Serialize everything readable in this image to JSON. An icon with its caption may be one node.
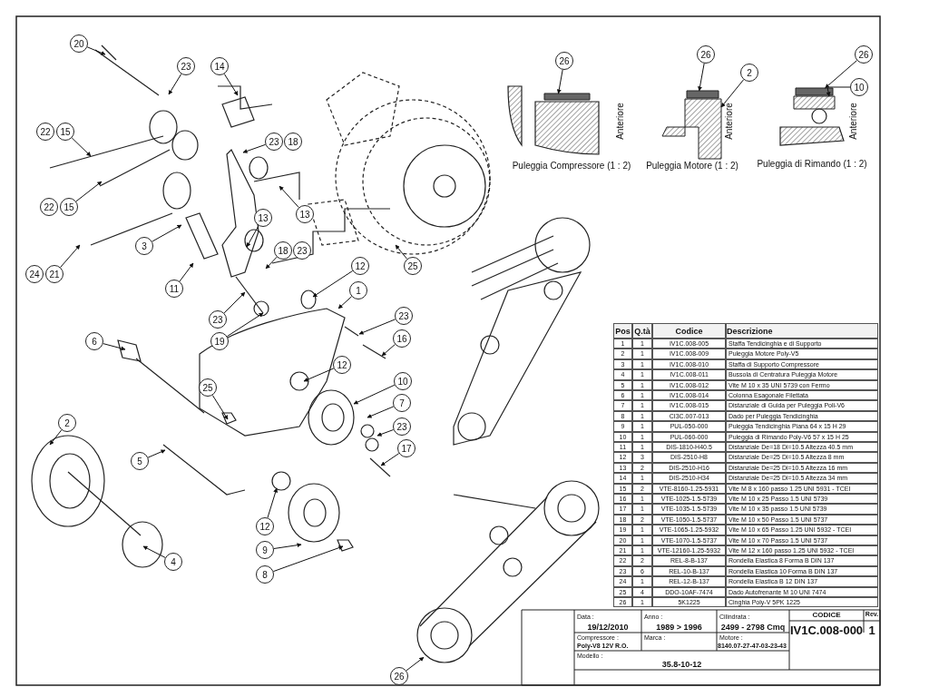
{
  "diagram": {
    "nodes": [
      {
        "text": [
          "20"
        ]
      },
      {
        "text": [
          "23"
        ]
      },
      {
        "text": [
          "14"
        ]
      },
      {
        "text": [
          "26"
        ]
      },
      {
        "text": [
          "26"
        ]
      },
      {
        "text": [
          "2"
        ]
      },
      {
        "text": [
          "26"
        ]
      },
      {
        "text": [
          "10"
        ]
      },
      {
        "text": [
          "22"
        ]
      },
      {
        "text": [
          "15"
        ]
      },
      {
        "text": [
          "23"
        ]
      },
      {
        "text": [
          "18"
        ]
      },
      {
        "text": [
          "22"
        ]
      },
      {
        "text": [
          "15"
        ]
      },
      {
        "text": [
          "13"
        ]
      },
      {
        "text": [
          "13"
        ]
      },
      {
        "text": [
          "3"
        ]
      },
      {
        "text": [
          "18"
        ]
      },
      {
        "text": [
          "23"
        ]
      },
      {
        "text": [
          "24"
        ]
      },
      {
        "text": [
          "21"
        ]
      },
      {
        "text": [
          "25"
        ]
      },
      {
        "text": [
          "11"
        ]
      },
      {
        "text": [
          "12"
        ]
      },
      {
        "text": [
          "1"
        ]
      },
      {
        "text": [
          "23"
        ]
      },
      {
        "text": [
          "23"
        ]
      },
      {
        "text": [
          "19"
        ]
      },
      {
        "text": [
          "16"
        ]
      },
      {
        "text": [
          "6"
        ]
      },
      {
        "text": [
          "12"
        ]
      },
      {
        "text": [
          "10"
        ]
      },
      {
        "text": [
          "25"
        ]
      },
      {
        "text": [
          "7"
        ]
      },
      {
        "text": [
          "2"
        ]
      },
      {
        "text": [
          "23"
        ]
      },
      {
        "text": [
          "17"
        ]
      },
      {
        "text": [
          "5"
        ]
      },
      {
        "text": [
          "12"
        ]
      },
      {
        "text": [
          "9"
        ]
      },
      {
        "text": [
          "4"
        ]
      },
      {
        "text": [
          "8"
        ]
      },
      {
        "text": [
          "26"
        ]
      },
      {
        "text": [],
        "shape": "bar"
      },
      {
        "text": [],
        "shape": "bar"
      },
      {
        "text": [],
        "shape": "box"
      },
      {
        "text": [],
        "shape": "bar"
      },
      {
        "text": [],
        "shape": "box"
      },
      {
        "text": [],
        "shape": "picture"
      }
    ],
    "edges": [
      {
        "from": 0,
        "to": null,
        "arrow": "to"
      },
      {
        "from": 1,
        "to": null,
        "arrow": "to"
      },
      {
        "from": 2,
        "to": null,
        "arrow": "to"
      },
      {
        "from": 3,
        "to": 43,
        "arrow": "to"
      },
      {
        "from": 4,
        "to": 44,
        "arrow": "to"
      },
      {
        "from": 5,
        "to": 45,
        "arrow": "to"
      },
      {
        "from": 6,
        "to": 46,
        "arrow": "to"
      },
      {
        "from": 7,
        "to": 47,
        "arrow": "to"
      },
      {
        "from": 9,
        "to": null,
        "arrow": "to"
      },
      {
        "from": 10,
        "to": null,
        "arrow": "to"
      },
      {
        "from": 13,
        "to": null,
        "arrow": "to"
      },
      {
        "from": 14,
        "to": null,
        "arrow": "to"
      },
      {
        "from": 15,
        "to": null,
        "arrow": "to"
      },
      {
        "from": 16,
        "to": null,
        "arrow": "to"
      },
      {
        "from": 17,
        "to": null,
        "arrow": "to"
      },
      {
        "from": 20,
        "to": null,
        "arrow": "to"
      },
      {
        "from": 21,
        "to": null,
        "arrow": "to"
      },
      {
        "from": 22,
        "to": null,
        "arrow": "to"
      },
      {
        "from": 23,
        "to": null,
        "arrow": "to"
      },
      {
        "from": 24,
        "to": null,
        "arrow": "to"
      },
      {
        "from": 25,
        "to": null,
        "arrow": "to"
      },
      {
        "from": 26,
        "to": null,
        "arrow": "to"
      },
      {
        "from": 27,
        "to": null,
        "arrow": "to"
      },
      {
        "from": 28,
        "to": null,
        "arrow": "to"
      },
      {
        "from": 29,
        "to": null,
        "arrow": "to"
      },
      {
        "from": 30,
        "to": null,
        "arrow": "to"
      },
      {
        "from": 31,
        "to": null,
        "arrow": "to"
      },
      {
        "from": 32,
        "to": null,
        "arrow": "to"
      },
      {
        "from": 33,
        "to": null,
        "arrow": "to"
      },
      {
        "from": 34,
        "to": null,
        "arrow": "to"
      },
      {
        "from": 35,
        "to": null,
        "arrow": "to"
      },
      {
        "from": 36,
        "to": null,
        "arrow": "to"
      },
      {
        "from": 37,
        "to": null,
        "arrow": "to"
      },
      {
        "from": 38,
        "to": null,
        "arrow": "to"
      },
      {
        "from": 39,
        "to": null,
        "arrow": "to"
      },
      {
        "from": 40,
        "to": null,
        "arrow": "to"
      },
      {
        "from": 41,
        "to": null,
        "arrow": "to"
      },
      {
        "from": 42,
        "to": 48,
        "arrow": "to"
      }
    ],
    "labels": [
      "Anteriore",
      "Anteriore",
      "Anteriore",
      "Puleggia Compressore (1 : 2)",
      "Puleggia Motore (1 : 2)",
      "Puleggia di Rimando (1 : 2)",
      "Pos",
      "Q.tà",
      "Codice",
      "Descrizione",
      "1",
      "1",
      "IV1C.008-005",
      "Staffa Tendicinghia e di Supporto",
      "2",
      "1",
      "IV1C.008-009",
      "Puleggia Motore Poly-V5",
      "3",
      "1",
      "IV1C.008-010",
      "Staffa di Supporto Compressore",
      "4",
      "1",
      "IV1C.008-011",
      "Bussola di Centratura Puleggia Motore",
      "5",
      "1",
      "IV1C.008-012",
      "Vite M 10 x 35 UNI 5739 con Fermo",
      "6",
      "1",
      "IV1C.008-014",
      "Colonna Esagonale Filettata",
      "7",
      "1",
      "IV1C.008-015",
      "Distanziale di Guida per Puleggia Poli-V6",
      "8",
      "1",
      "CI3C.007-013",
      "Dado per Puleggia Tendicinghia",
      "9",
      "1",
      "PUL-050-000",
      "Puleggia Tendicinghia Piana 64 x 15 H 29",
      "10",
      "1",
      "PUL-060-000",
      "Puleggia di Rimando Poly-V6 57 x 15 H 25",
      "11",
      "1",
      "DIS-1810-H40.5",
      "Distanziale De=18 Di=10.5 Altezza 40.5 mm",
      "12",
      "3",
      "DIS-2510-H8",
      "Distanziale De=25 Di=10.5 Altezza 8 mm",
      "13",
      "2",
      "DIS-2510-H16",
      "Distanziale De=25 Di=10.5 Altezza 16 mm",
      "14",
      "1",
      "DIS-2510-H34",
      "Distanziale De=25 Di=10.5 Altezza 34 mm",
      "15",
      "2",
      "VTE-8160-1.25-5931",
      "Vite M 8 x 160 passo 1.25 UNI 5931 - TCEI",
      "16",
      "1",
      "VTE-1025-1.5-5739",
      "Vite M 10 x 25 Passo 1.5 UNI 5739",
      "17",
      "1",
      "VTE-1035-1.5-5739",
      "Vite M 10 x 35 passo 1.5 UNI 5739",
      "18",
      "2",
      "VTE-1050-1.5-5737",
      "Vite M 10 x 50 Passo 1.5 UNI 5737",
      "19",
      "1",
      "VTE-1065-1.25-5932",
      "Vite M 10 x 65 Passo 1.25 UNI 5932 - TCEI",
      "20",
      "1",
      "VTE-1070-1.5-5737",
      "Vite M 10 x 70 Passo 1.5 UNI 5737",
      "21",
      "1",
      "VTE-12160-1.25-5932",
      "Vite M 12 x 160 passo 1.25 UNI 5932 - TCEI",
      "22",
      "2",
      "REL-8-B-137",
      "Rondella Elastica 8 Forma B DIN 137",
      "23",
      "6",
      "REL-10-B-137",
      "Rondella Elastica 10 Forma B DIN 137",
      "24",
      "1",
      "REL-12-B-137",
      "Rondella Elastica B 12 DIN 137",
      "25",
      "4",
      "DDO-10AF-7474",
      "Dado Autofrenante M 10 UNI 7474",
      "26",
      "1",
      "5K1225",
      "Cinghia Poly-V 5PK 1225",
      "Data :",
      "19/12/2010",
      "Anno :",
      "1989 > 1996",
      "Cilindrata :",
      "2499 - 2798 Cmq",
      "CODICE",
      "Rev.",
      "IV1C.008-000",
      "1",
      "Compressore :",
      "Poly-V8 12V R.O.",
      "Marca :",
      "Motore :",
      "8140.07-27-47-03-23-43",
      "Modello :",
      "35.8-10-12"
    ]
  }
}
